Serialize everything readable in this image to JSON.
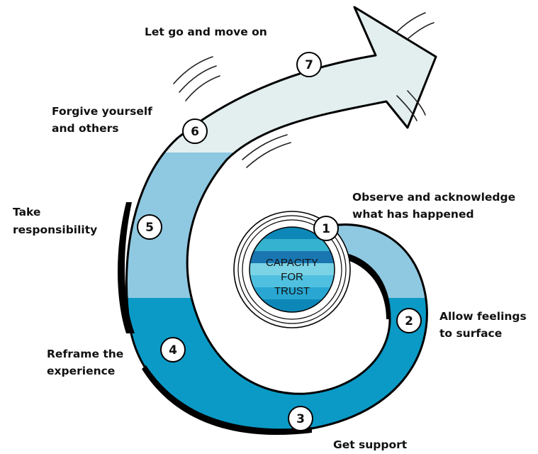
{
  "core": {
    "line1": "CAPACITY",
    "line2": "FOR",
    "line3": "TRUST"
  },
  "steps": [
    {
      "number": "1",
      "line1": "Observe and acknowledge",
      "line2": "what has happened"
    },
    {
      "number": "2",
      "line1": "Allow feelings",
      "line2": "to surface"
    },
    {
      "number": "3",
      "line1": "Get support",
      "line2": ""
    },
    {
      "number": "4",
      "line1": "Reframe the",
      "line2": "experience"
    },
    {
      "number": "5",
      "line1": "Take",
      "line2": "responsibility"
    },
    {
      "number": "6",
      "line1": "Forgive yourself",
      "line2": "and others"
    },
    {
      "number": "7",
      "line1": "Let go and move on",
      "line2": ""
    }
  ],
  "colors": {
    "dark_band": "#0b9ac6",
    "mid_band": "#8fc8e1",
    "light_band": "#e3efef",
    "outline": "#000000",
    "core_tiles": [
      "#0d87b8",
      "#29a7d2",
      "#4fc0df",
      "#7bd3e6",
      "#1a76b0",
      "#35b2cf"
    ]
  }
}
